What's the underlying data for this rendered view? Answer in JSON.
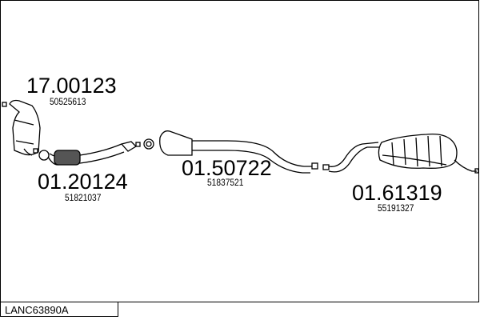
{
  "parts": [
    {
      "ref": "17.00123",
      "oem": "50525613"
    },
    {
      "ref": "01.20124",
      "oem": "51821037"
    },
    {
      "ref": "01.50722",
      "oem": "51837521"
    },
    {
      "ref": "01.61319",
      "oem": "55191327"
    }
  ],
  "diagram_code": "LANC63890A"
}
